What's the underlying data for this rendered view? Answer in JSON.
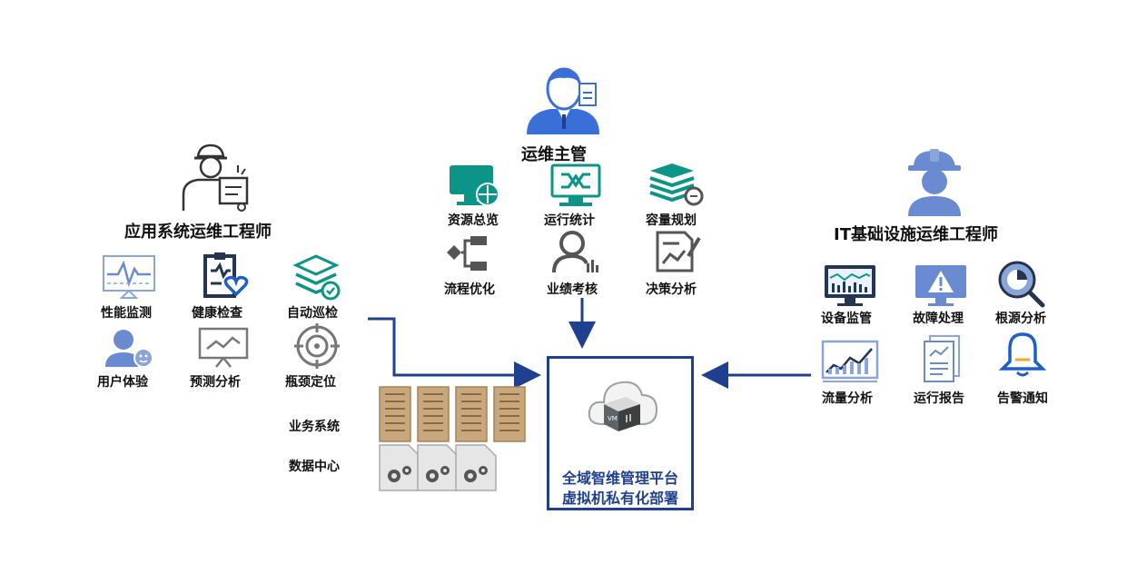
{
  "center": {
    "line1": "全域智维管理平台",
    "line2": "虚拟机私有化部署"
  },
  "roles": {
    "manager": {
      "title": "运维主管",
      "items": [
        "资源总览",
        "运行统计",
        "容量规划",
        "流程优化",
        "业绩考核",
        "决策分析"
      ]
    },
    "app_engineer": {
      "title": "应用系统运维工程师",
      "items": [
        "性能监测",
        "健康检查",
        "自动巡检",
        "用户体验",
        "预测分析",
        "瓶颈定位"
      ]
    },
    "infra_engineer": {
      "title": "IT基础设施运维工程师",
      "items": [
        "设备监管",
        "故障处理",
        "根源分析",
        "流量分析",
        "运行报告",
        "告警通知"
      ]
    }
  },
  "datacenter": {
    "business_label": "业务系统",
    "data_label": "数据中心"
  },
  "colors": {
    "accent": "#1f3f8f",
    "teal": "#0d9488",
    "blue_icon": "#3b6fd8",
    "tan": "#c9a77c"
  }
}
